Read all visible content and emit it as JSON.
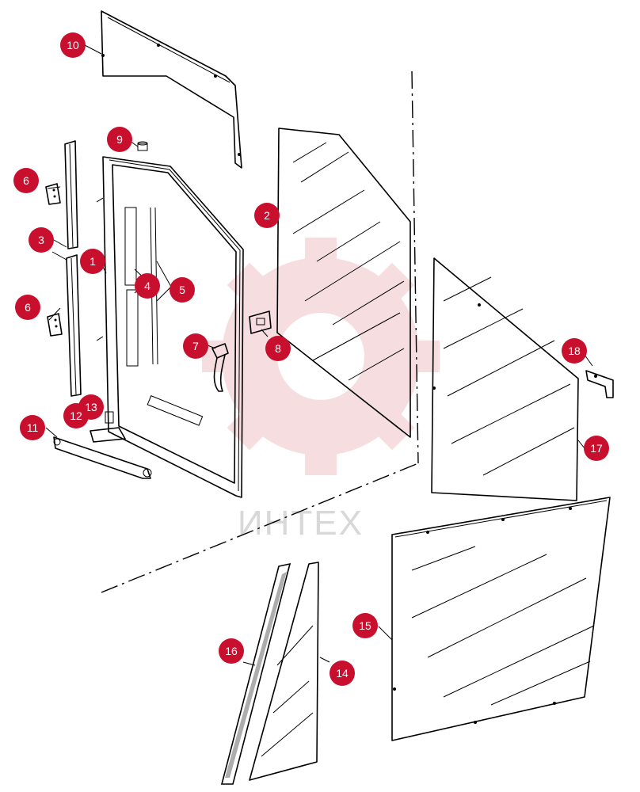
{
  "watermark": {
    "text": "ИНТЕХ",
    "color": "#e8a0a8"
  },
  "callout_color": "#c8102e",
  "callouts": [
    "1",
    "2",
    "3",
    "4",
    "5",
    "6",
    "6",
    "7",
    "8",
    "9",
    "10",
    "11",
    "12",
    "13",
    "14",
    "15",
    "16",
    "17",
    "18"
  ]
}
